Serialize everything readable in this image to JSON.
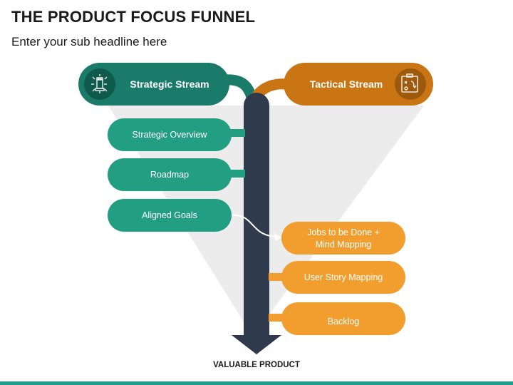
{
  "header": {
    "title": "THE PRODUCT FOCUS FUNNEL",
    "subtitle": "Enter your sub headline here"
  },
  "streams": {
    "strategic": {
      "label": "Strategic Stream",
      "icon": "chess-strategy-icon",
      "color": "#1a7b6b"
    },
    "tactical": {
      "label": "Tactical Stream",
      "icon": "tactics-board-icon",
      "color": "#c97513"
    }
  },
  "strategic_items": [
    "Strategic Overview",
    "Roadmap",
    "Aligned Goals"
  ],
  "tactical_items": [
    {
      "line1": "Jobs to be Done +",
      "line2": "Mind Mapping"
    },
    {
      "line1": "User Story Mapping"
    },
    {
      "line1": "Backlog"
    }
  ],
  "footer": {
    "label": "VALUABLE PRODUCT"
  },
  "colors": {
    "teal_item": "#229e83",
    "orange_item": "#f29e2e",
    "arrow": "#2f3b4c",
    "funnel": "#ececec"
  }
}
